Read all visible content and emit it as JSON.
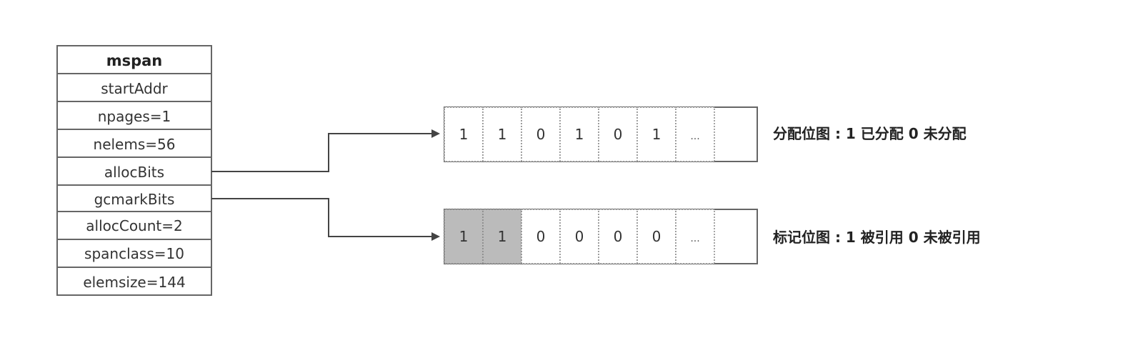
{
  "mspan": {
    "title": "mspan",
    "fields": [
      "startAddr",
      "npages=1",
      "nelems=56",
      "allocBits",
      "gcmarkBits",
      "allocCount=2",
      "spanclass=10",
      "elemsize=144"
    ]
  },
  "alloc_bitmap": {
    "cells": [
      "1",
      "1",
      "0",
      "1",
      "0",
      "1",
      "..."
    ],
    "highlighted": [
      false,
      false,
      false,
      false,
      false,
      false,
      false
    ],
    "label": "分配位图 : 1 已分配  0 未分配"
  },
  "gcmark_bitmap": {
    "cells": [
      "1",
      "1",
      "0",
      "0",
      "0",
      "0",
      "..."
    ],
    "highlighted": [
      true,
      true,
      false,
      false,
      false,
      false,
      false
    ],
    "label": "标记位图 : 1 被引用  0 未被引用"
  },
  "colors": {
    "border": "#666666",
    "highlight_fill": "#bbbbbb",
    "arrow": "#444444"
  }
}
